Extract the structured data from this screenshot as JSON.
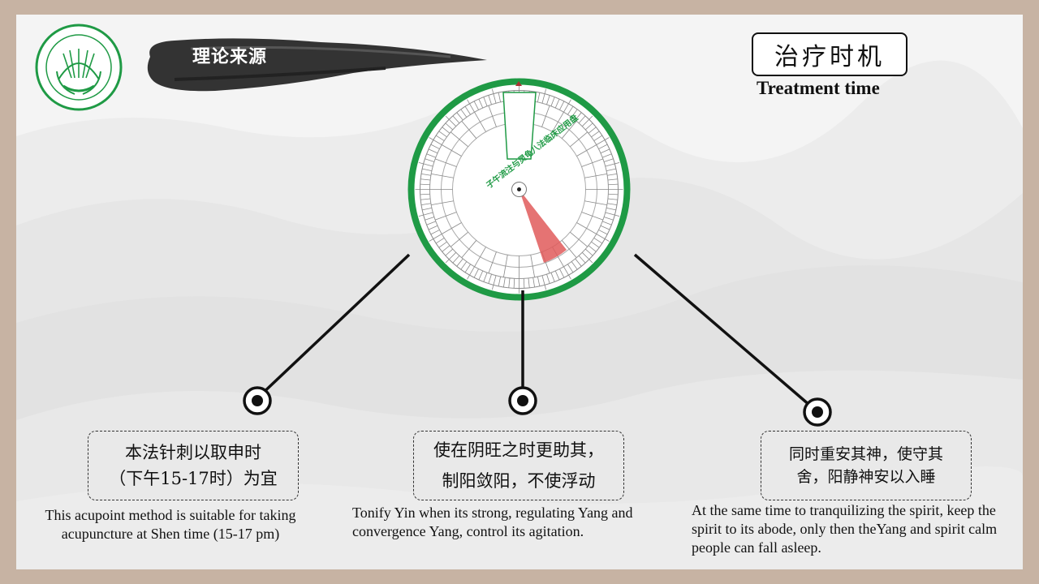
{
  "header": {
    "section_label": "理论来源",
    "title_cn": "治疗时机",
    "title_en": "Treatment time"
  },
  "dial": {
    "center_text": "子午流注与灵龟八法临床应用盘"
  },
  "points": [
    {
      "cn_line1": "本法针刺以取申时",
      "cn_line2": "（下午15-17时）为宜",
      "en": "This acupoint method is suitable for taking acupuncture at Shen time (15-17 pm)"
    },
    {
      "cn_line1": "使在阴旺之时更助其，",
      "cn_line2": "制阳敛阳，不使浮动",
      "en": "Tonify Yin when its strong, regulating Yang and convergence Yang, control its agitation."
    },
    {
      "cn_line1": "同时重安其神，使守其",
      "cn_line2": "舍，阳静神安以入睡",
      "en": "At the same time to tranquilizing the spirit, keep the spirit to its abode, only then theYang and spirit calm people can fall asleep."
    }
  ],
  "colors": {
    "frame": "#c7b3a3",
    "dial_ring": "#1f9a45",
    "dial_highlight": "#e05a5a",
    "logo_green": "#1f9a45"
  }
}
